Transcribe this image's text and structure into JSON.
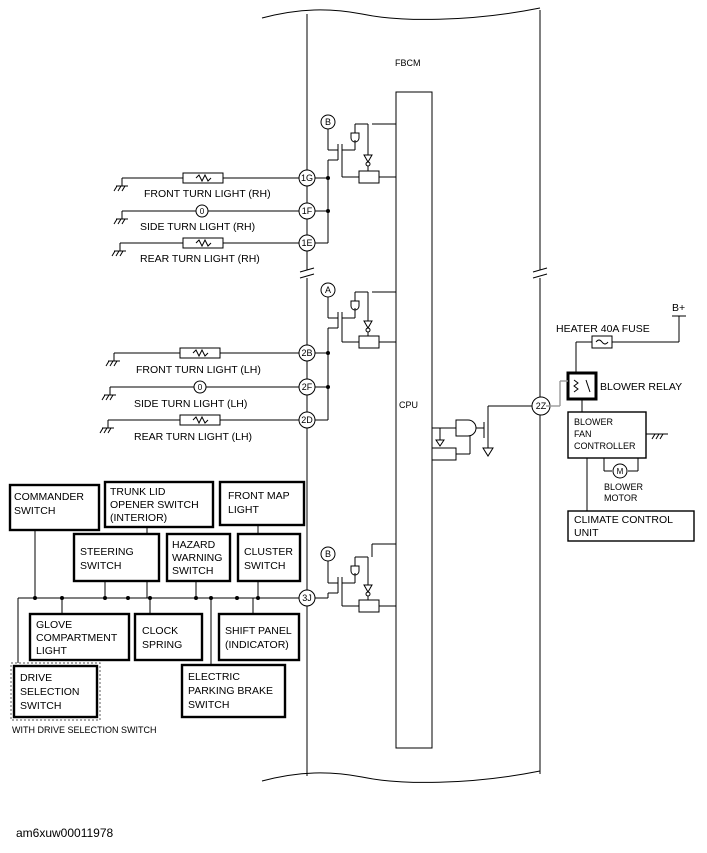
{
  "module": "FBCM",
  "cpu": "CPU",
  "connectors": {
    "c1G": "1G",
    "c1F": "1F",
    "c1E": "1E",
    "c2B": "2B",
    "c2F": "2F",
    "c2D": "2D",
    "c3J": "3J",
    "c2Z": "2Z"
  },
  "markers": {
    "b_top": "B",
    "a_mid": "A",
    "b_bot": "B"
  },
  "lights_rh": {
    "front": "FRONT TURN LIGHT (RH)",
    "side": "SIDE TURN LIGHT (RH)",
    "rear": "REAR TURN LIGHT (RH)"
  },
  "lights_lh": {
    "front": "FRONT TURN LIGHT (LH)",
    "side": "SIDE TURN LIGHT (LH)",
    "rear": "REAR TURN LIGHT (LH)"
  },
  "bplus": "B+",
  "fuse": "HEATER 40A FUSE",
  "relay": "BLOWER RELAY",
  "blower_controller": [
    "BLOWER",
    "FAN",
    "CONTROLLER"
  ],
  "blower_motor": [
    "BLOWER",
    "MOTOR"
  ],
  "climate": [
    "CLIMATE CONTROL",
    "UNIT"
  ],
  "switches": {
    "commander": [
      "COMMANDER",
      "SWITCH"
    ],
    "trunk": [
      "TRUNK LID",
      "OPENER SWITCH",
      "(INTERIOR)"
    ],
    "front_map": [
      "FRONT MAP",
      "LIGHT"
    ],
    "steering": [
      "STEERING",
      "SWITCH"
    ],
    "hazard": [
      "HAZARD",
      "WARNING",
      "SWITCH"
    ],
    "cluster": [
      "CLUSTER",
      "SWITCH"
    ],
    "glove": [
      "GLOVE",
      "COMPARTMENT",
      "LIGHT"
    ],
    "clock": [
      "CLOCK",
      "SPRING"
    ],
    "shift": [
      "SHIFT PANEL",
      "(INDICATOR)"
    ],
    "drive": [
      "DRIVE",
      "SELECTION",
      "SWITCH"
    ],
    "epb": [
      "ELECTRIC",
      "PARKING BRAKE",
      "SWITCH"
    ]
  },
  "drive_note": "WITH DRIVE SELECTION SWITCH",
  "caption": "am6xuw00011978"
}
